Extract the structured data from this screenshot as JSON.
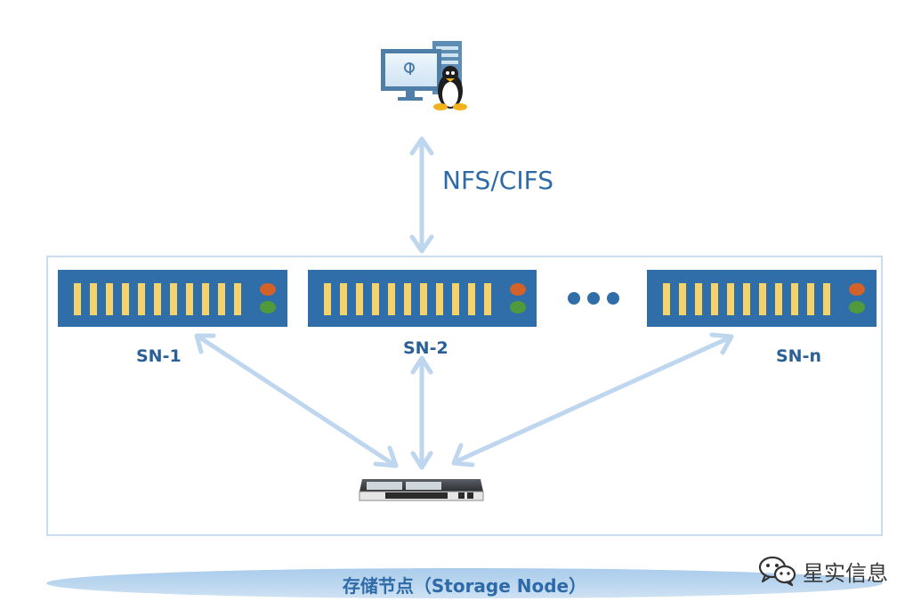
{
  "protocol_label": "NFS/CIFS",
  "nodes": [
    {
      "label": "SN-1"
    },
    {
      "label": "SN-2"
    },
    {
      "label": "SN-n"
    }
  ],
  "ellipsis": "•••",
  "banner": {
    "text": "存储节点（Storage Node）"
  },
  "watermark": {
    "text": "星实信息"
  },
  "colors": {
    "server_body": "#2f6ea8",
    "drive_bay": "#f5d36a",
    "led_top": "#d2612a",
    "led_bottom": "#4f9a3c",
    "arrow": "#bfd6ef",
    "text_blue": "#2e6aa8"
  },
  "icons": {
    "client": "linux-client-computer-icon",
    "switch": "network-switch-icon",
    "watermark": "wechat-icon"
  }
}
